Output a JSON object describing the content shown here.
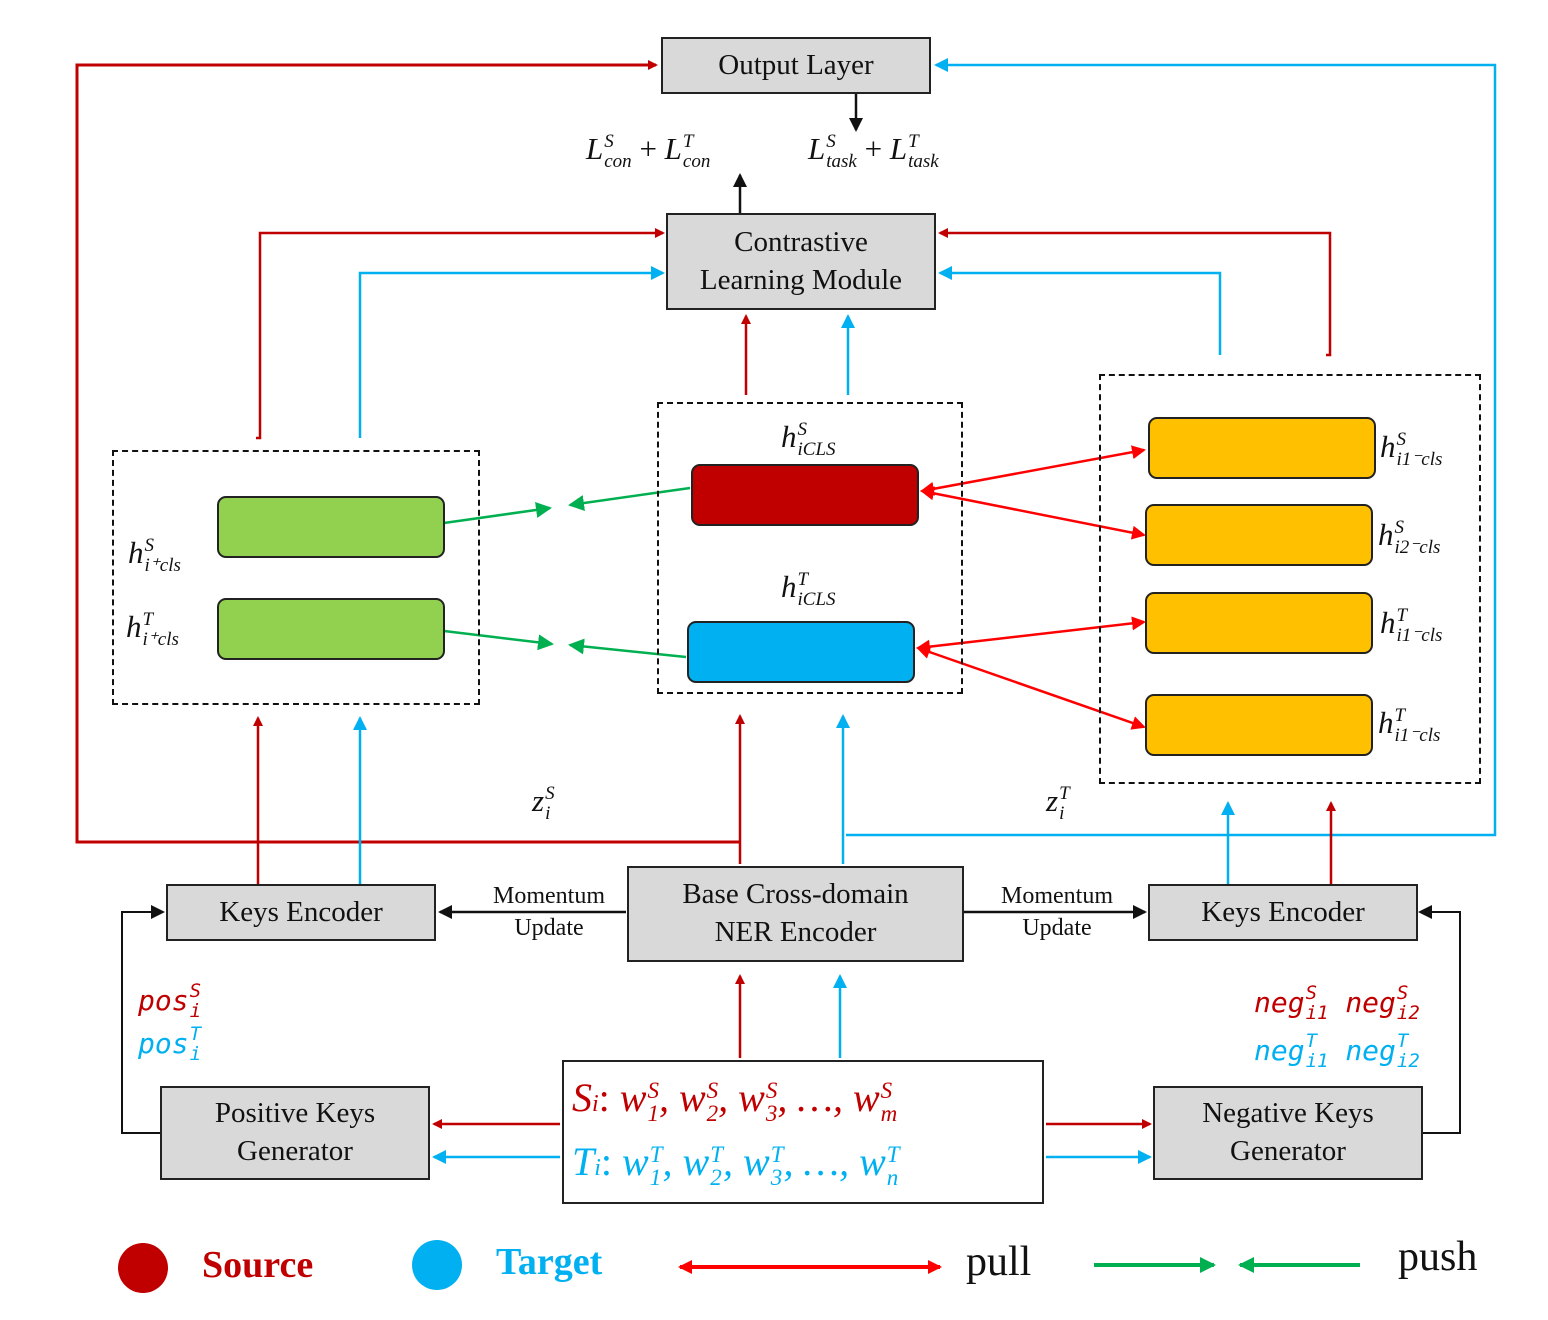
{
  "boxes": {
    "output_layer": "Output Layer",
    "contrastive_line1": "Contrastive",
    "contrastive_line2": "Learning Module",
    "base_encoder_line1": "Base Cross-domain",
    "base_encoder_line2": "NER Encoder",
    "keys_encoder_left": "Keys Encoder",
    "keys_encoder_right": "Keys Encoder",
    "positive_gen_line1": "Positive Keys",
    "positive_gen_line2": "Generator",
    "negative_gen_line1": "Negative Keys",
    "negative_gen_line2": "Generator"
  },
  "labels": {
    "momentum_line1": "Momentum",
    "momentum_line2": "Update",
    "loss_con": {
      "base": "L",
      "sup_s": "S",
      "sub": "con",
      "plus": "+",
      "sup_t": "T"
    },
    "loss_task": {
      "base": "L",
      "sup_s": "S",
      "sub": "task",
      "plus": "+",
      "sup_t": "T"
    },
    "h_icls": {
      "base": "h",
      "sup_s": "S",
      "sup_t": "T",
      "sub": "iCLS"
    },
    "h_pos": {
      "base": "h",
      "sup_s": "S",
      "sup_t": "T",
      "sub_s": "i⁺cls",
      "sub_t": "i⁺cls"
    },
    "h_neg": [
      {
        "base": "h",
        "sup": "S",
        "sub": "i1⁻cls"
      },
      {
        "base": "h",
        "sup": "S",
        "sub": "i2⁻cls"
      },
      {
        "base": "h",
        "sup": "T",
        "sub": "i1⁻cls"
      },
      {
        "base": "h",
        "sup": "T",
        "sub": "i1⁻cls"
      }
    ],
    "z_s": {
      "base": "z",
      "sup": "S",
      "sub": "i"
    },
    "z_t": {
      "base": "z",
      "sup": "T",
      "sub": "i"
    },
    "pos_s": {
      "base": "pos",
      "sup": "S",
      "sub": "i"
    },
    "pos_t": {
      "base": "pos",
      "sup": "T",
      "sub": "i"
    },
    "neg_s1": {
      "base": "neg",
      "sup": "S",
      "sub": "i1"
    },
    "neg_s2": {
      "base": "neg",
      "sup": "S",
      "sub": "i2"
    },
    "neg_t1": {
      "base": "neg",
      "sup": "T",
      "sub": "i1"
    },
    "neg_t2": {
      "base": "neg",
      "sup": "T",
      "sub": "i2"
    }
  },
  "sequences": {
    "source": {
      "name": "S",
      "sub": "i",
      "colon": ":",
      "w": "w",
      "sup": "S",
      "subs": [
        "1",
        "2",
        "3",
        "m"
      ],
      "sep": ",",
      "ellipsis": "…"
    },
    "target": {
      "name": "T",
      "sub": "i",
      "colon": ":",
      "w": "w",
      "sup": "T",
      "subs": [
        "1",
        "2",
        "3",
        "n"
      ],
      "sep": ",",
      "ellipsis": "…"
    }
  },
  "legend": {
    "source": "Source",
    "target": "Target",
    "pull": "pull",
    "push": "push"
  },
  "colors": {
    "source": "#c00000",
    "target": "#00b0f0",
    "pull_arrow": "#ff0000",
    "push_arrow": "#00b050",
    "positive_embedding": "#92d050",
    "negative_embedding": "#ffc000",
    "box_fill": "#d9d9d9"
  }
}
